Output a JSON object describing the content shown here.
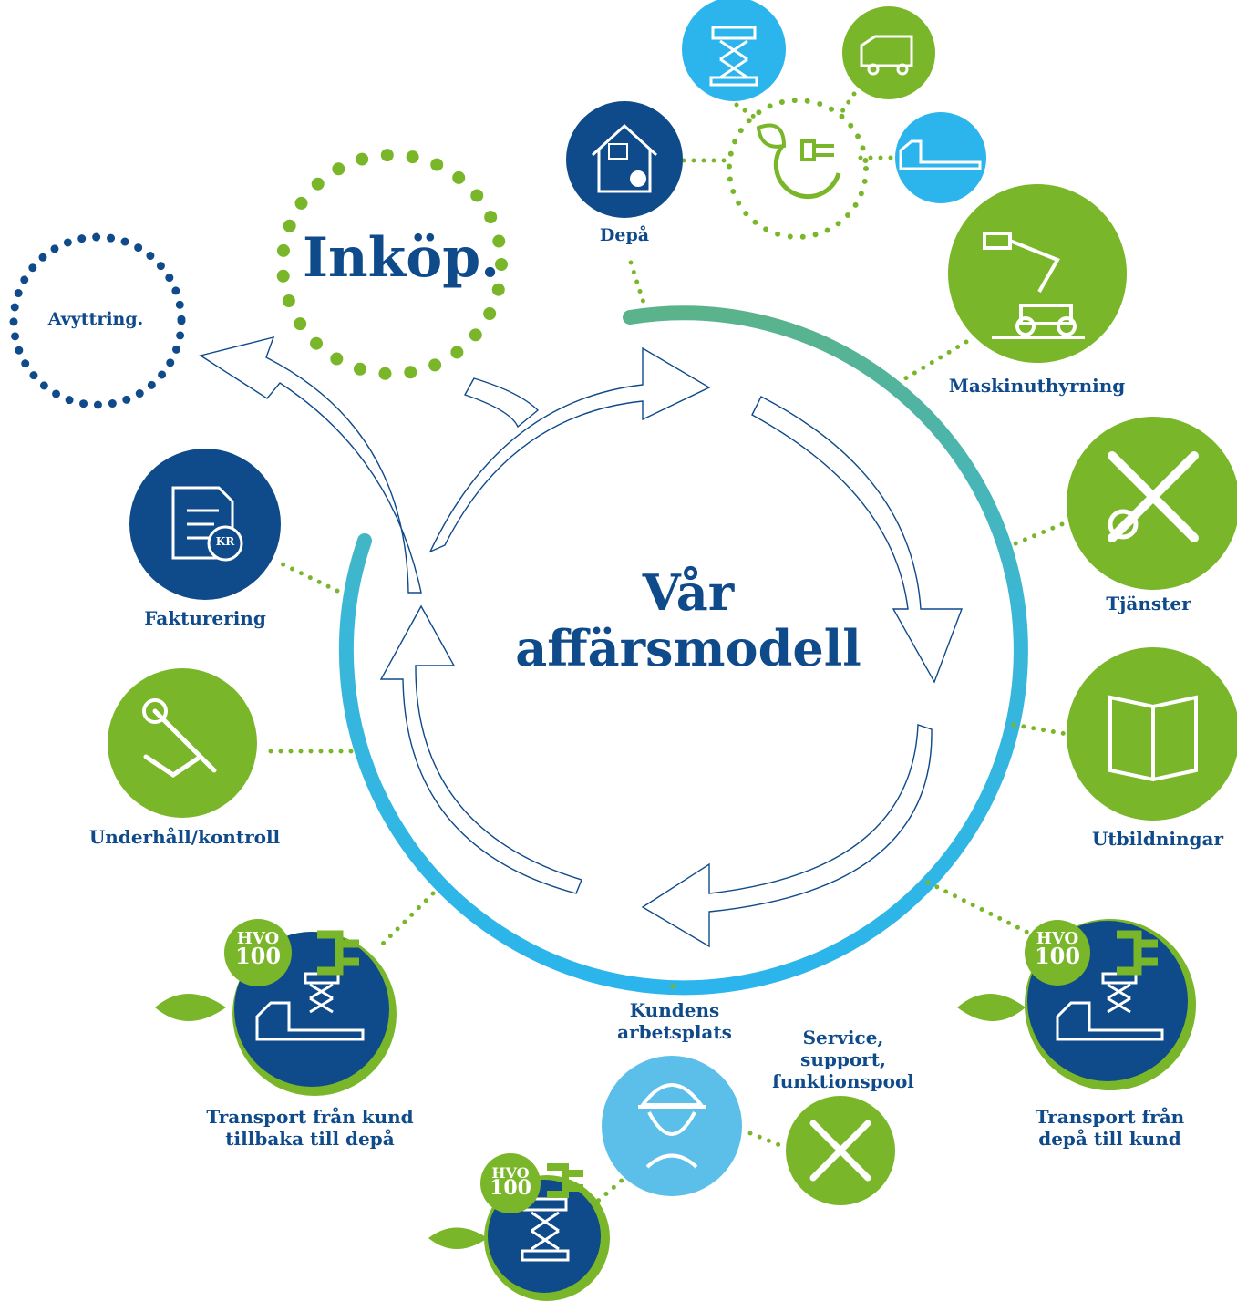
{
  "title": "Vår affärsmodell",
  "center": {
    "line1": "Vår",
    "line2": "affärsmodell"
  },
  "cycle": {
    "inkop": "Inköp.",
    "avyttring": "Avyttring."
  },
  "nodes": {
    "depa": "Depå",
    "maskinuthyrning": "Maskinuthyrning",
    "tjanster": "Tjänster",
    "utbildningar": "Utbildningar",
    "transport_till_kund_1": "Transport från",
    "transport_till_kund_2": "depå till kund",
    "kundens_1": "Kundens",
    "kundens_2": "arbetsplats",
    "service_1": "Service,",
    "service_2": "support,",
    "service_3": "funktionspool",
    "transport_fran_kund_1": "Transport från kund",
    "transport_fran_kund_2": "tillbaka till depå",
    "underhall": "Underhåll/kontroll",
    "fakturering": "Fakturering"
  },
  "badges": {
    "hvo_line1": "HVO",
    "hvo_line2": "100",
    "currency": "KR"
  },
  "colors": {
    "navy": "#0f4a8a",
    "green": "#7ab629",
    "light_blue": "#2bb5ec",
    "sky": "#5bbfea",
    "teal": "#5ab38b",
    "white": "#ffffff"
  }
}
